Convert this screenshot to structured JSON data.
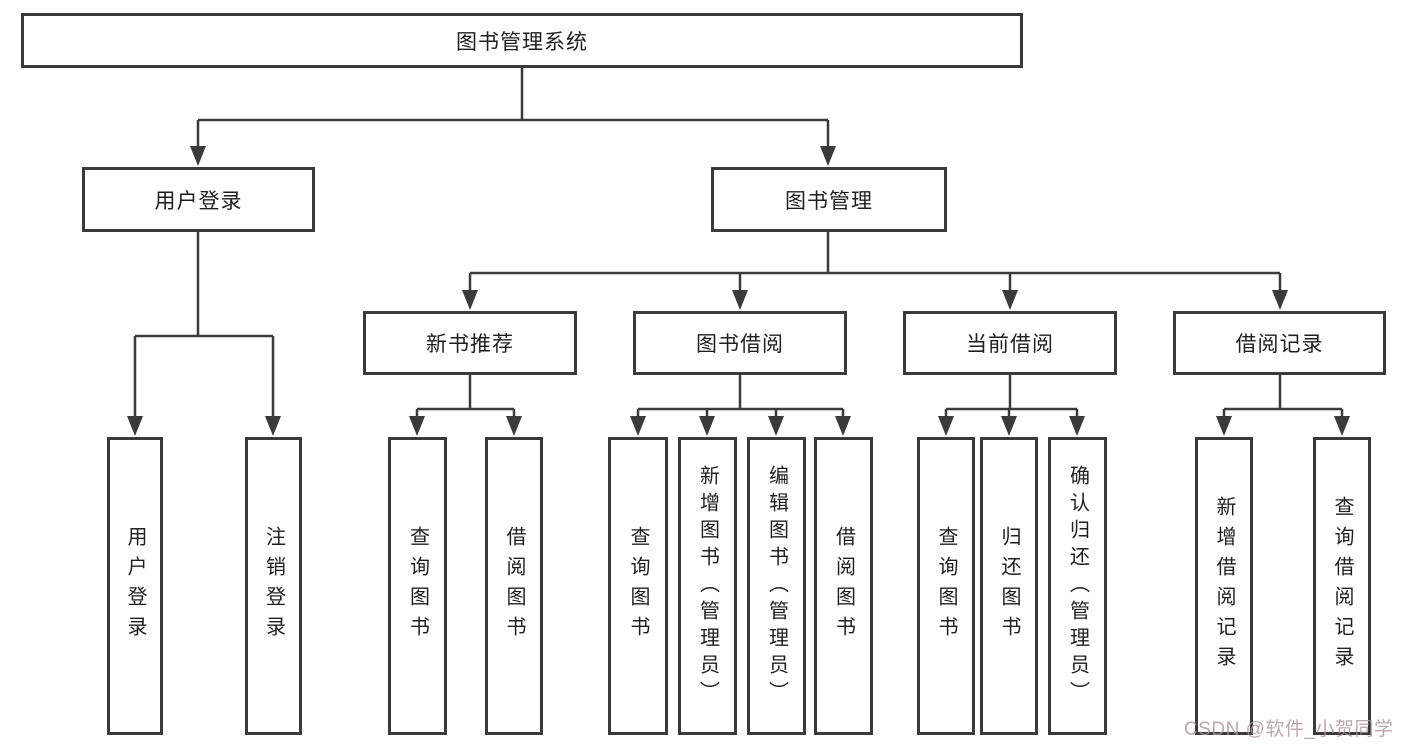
{
  "diagram": {
    "title": "图书管理系统",
    "type": "function-structure-tree"
  },
  "colors": {
    "line": "#3a3a3a",
    "box_border": "#3a3a3a",
    "text": "#1f1f1f",
    "background": "#ffffff",
    "watermark": "#a79297"
  },
  "nodes": {
    "root": {
      "label": "图书管理系统"
    },
    "branches": [
      {
        "label": "用户登录",
        "children": [
          {
            "label": "用户登录"
          },
          {
            "label": "注销登录"
          }
        ]
      },
      {
        "label": "图书管理",
        "children": [
          {
            "label": "新书推荐",
            "children": [
              {
                "label": "查询图书"
              },
              {
                "label": "借阅图书"
              }
            ]
          },
          {
            "label": "图书借阅",
            "children": [
              {
                "label": "查询图书"
              },
              {
                "label": "新增图书（管理员）"
              },
              {
                "label": "编辑图书（管理员）"
              },
              {
                "label": "借阅图书"
              }
            ]
          },
          {
            "label": "当前借阅",
            "children": [
              {
                "label": "查询图书"
              },
              {
                "label": "归还图书"
              },
              {
                "label": "确认归还（管理员）"
              }
            ]
          },
          {
            "label": "借阅记录",
            "children": [
              {
                "label": "新增借阅记录"
              },
              {
                "label": "查询借阅记录"
              }
            ]
          }
        ]
      }
    ]
  },
  "watermark": {
    "text": "CSDN @软件_小贺同学"
  }
}
